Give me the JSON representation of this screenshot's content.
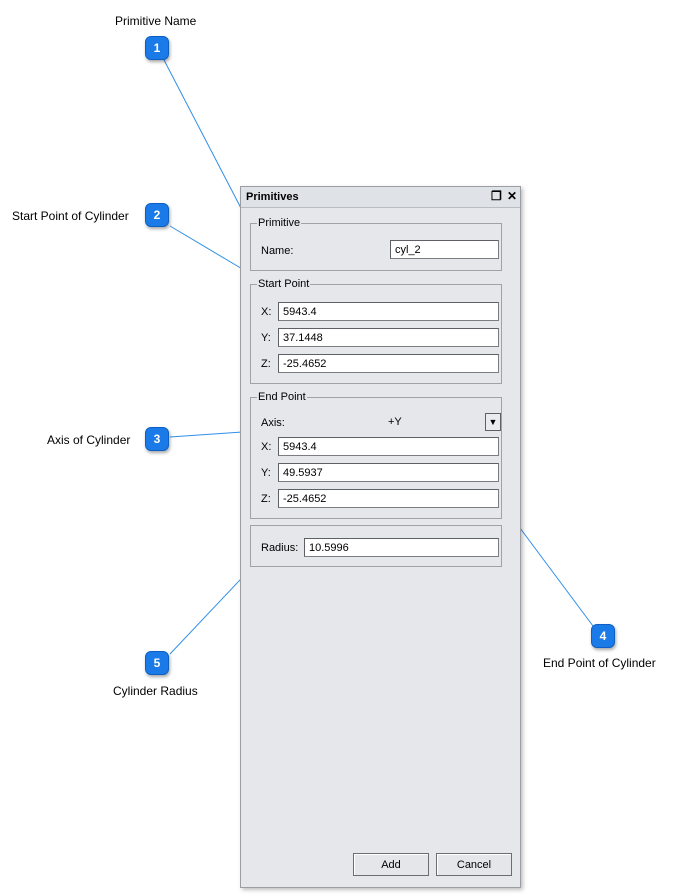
{
  "callouts": [
    {
      "number": "1",
      "label": "Primitive Name"
    },
    {
      "number": "2",
      "label": "Start Point of Cylinder"
    },
    {
      "number": "3",
      "label": "Axis of Cylinder"
    },
    {
      "number": "4",
      "label": "End Point of Cylinder"
    },
    {
      "number": "5",
      "label": "Cylinder Radius"
    }
  ],
  "colors": {
    "badge": "#1a7be8",
    "leader_line": "#2f8fe8",
    "panel_bg": "#e5e7ea"
  },
  "panel": {
    "title": "Primitives",
    "icons": {
      "restore": "restore-icon",
      "close": "close-icon"
    },
    "primitive": {
      "legend": "Primitive",
      "name_label": "Name:",
      "name_value": "cyl_2"
    },
    "start_point": {
      "legend": "Start Point",
      "x_label": "X:",
      "x_value": "5943.4",
      "y_label": "Y:",
      "y_value": "37.1448",
      "z_label": "Z:",
      "z_value": "-25.4652"
    },
    "end_point": {
      "legend": "End Point",
      "axis_label": "Axis:",
      "axis_value": "+Y",
      "x_label": "X:",
      "x_value": "5943.4",
      "y_label": "Y:",
      "y_value": "49.5937",
      "z_label": "Z:",
      "z_value": "-25.4652"
    },
    "radius": {
      "label": "Radius:",
      "value": "10.5996"
    },
    "buttons": {
      "add": "Add",
      "cancel": "Cancel"
    }
  }
}
